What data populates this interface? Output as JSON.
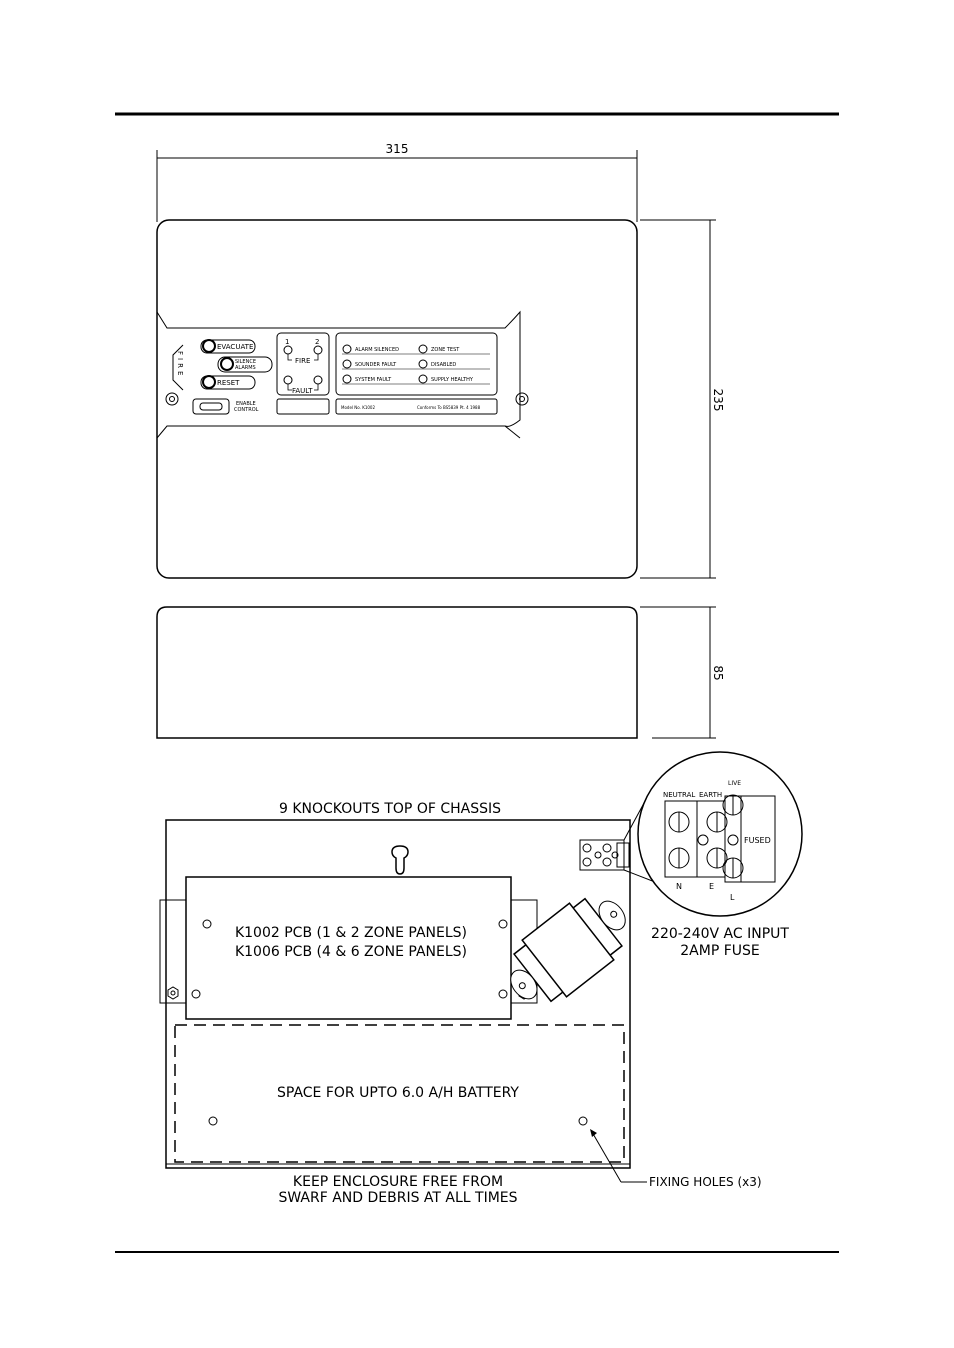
{
  "dimensions": {
    "width": "315",
    "height_front": "235",
    "depth": "85"
  },
  "control_panel": {
    "fire_label": "FIRE",
    "buttons": {
      "evacuate": "EVACUATE",
      "silence_line1": "SILENCE",
      "silence_line2": "ALARMS",
      "reset": "RESET",
      "enable_line1": "ENABLE",
      "enable_line2": "CONTROL"
    },
    "zones": {
      "zone1": "1",
      "zone2": "2",
      "fire": "FIRE",
      "fault": "FAULT"
    },
    "indicators": [
      "ALARM SILENCED",
      "ZONE TEST",
      "SOUNDER FAULT",
      "DISABLED",
      "SYSTEM FAULT",
      "SUPPLY HEALTHY"
    ],
    "model": "Model No. K1002",
    "conforms": "Conforms To BS5839 Pt. 4 1988"
  },
  "chassis": {
    "knockouts": "9 KNOCKOUTS TOP OF CHASSIS",
    "pcb_line1": "K1002 PCB (1 & 2 ZONE PANELS)",
    "pcb_line2": "K1006 PCB (4 & 6 ZONE PANELS)",
    "battery": "SPACE FOR UPTO 6.0 A/H BATTERY",
    "warning_line1": "KEEP ENCLOSURE FREE FROM",
    "warning_line2": "SWARF AND DEBRIS AT ALL TIMES",
    "fixing": "FIXING HOLES (x3)"
  },
  "terminal": {
    "live": "LIVE",
    "neutral": "NEUTRAL",
    "earth": "EARTH",
    "fused": "FUSED",
    "n": "N",
    "e": "E",
    "l": "L",
    "input_line1": "220-240V AC INPUT",
    "input_line2": "2AMP FUSE"
  }
}
